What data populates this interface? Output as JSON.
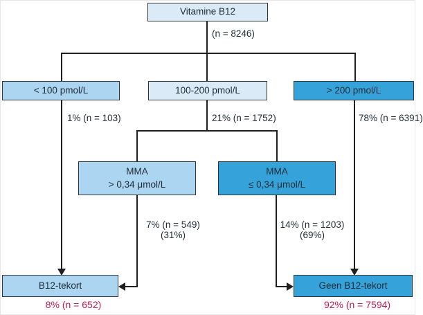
{
  "colors": {
    "light_blue": "#dbeaf7",
    "medium_blue": "#abd5f0",
    "dark_blue": "#35a3da",
    "box_border": "#2e353b",
    "line": "#1f1f1f",
    "text": "#1e2b36",
    "highlight_red": "#c01a50"
  },
  "nodes": {
    "root": {
      "label": "Vitamine B12",
      "count": "(n = 8246)"
    },
    "lt100": {
      "label": "< 100 pmol/L",
      "stat": "1% (n = 103)"
    },
    "mid": {
      "label": "100-200 pmol/L",
      "stat": "21% (n = 1752)"
    },
    "gt200": {
      "label": "> 200 pmol/L",
      "stat": "78% (n = 6391)"
    },
    "mma_high": {
      "title": "MMA",
      "threshold": "> 0,34 μmol/L",
      "stat": "7% (n = 549)",
      "stat_share": "(31%)"
    },
    "mma_low": {
      "title": "MMA",
      "threshold": "≤ 0,34 μmol/L",
      "stat": "14% (n = 1203)",
      "stat_share": "(69%)"
    },
    "deficiency": {
      "label": "B12-tekort",
      "stat": "8% (n = 652)"
    },
    "no_deficiency": {
      "label": "Geen B12-tekort",
      "stat": "92% (n = 7594)"
    }
  }
}
